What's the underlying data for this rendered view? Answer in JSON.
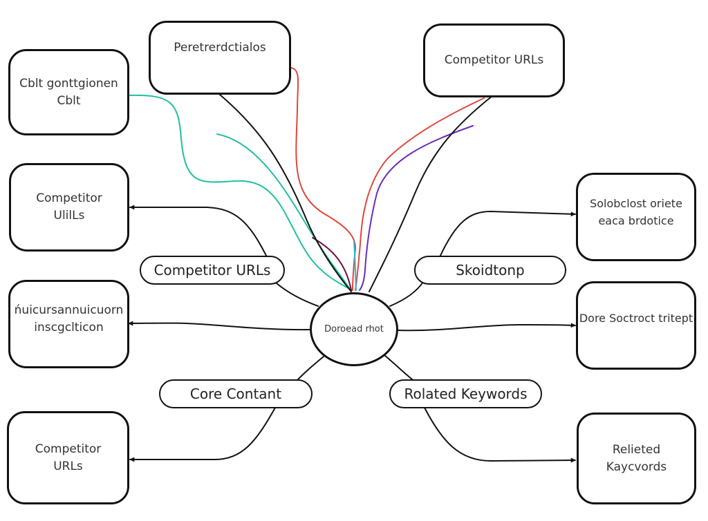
{
  "diagram": {
    "type": "mind-map",
    "center": {
      "label": "Doroead rhot"
    },
    "colors": {
      "stroke": "#111111",
      "teal": "#1fbfa0",
      "red": "#e0463a",
      "purple": "#6a2bb8",
      "maroon": "#6b1040",
      "cyan": "#2ab7d6",
      "background": "#ffffff"
    },
    "top_boxes": [
      {
        "id": "top-left",
        "lines": [
          "Cblt gonttgionen",
          "Cblt"
        ]
      },
      {
        "id": "top-center",
        "lines": [
          "Peretrerdctialos"
        ]
      },
      {
        "id": "top-right",
        "lines": [
          "Competitor URLs"
        ]
      }
    ],
    "left_boxes": [
      {
        "id": "left-1",
        "lines": [
          "Competitor",
          "UlilLs"
        ]
      },
      {
        "id": "left-2",
        "lines": [
          "ńuicursannuicuorn",
          "inscgclticon"
        ]
      },
      {
        "id": "left-3",
        "lines": [
          "Competitor",
          "URLs"
        ]
      }
    ],
    "right_boxes": [
      {
        "id": "right-1",
        "lines": [
          "Solobclost oriete",
          "eaca brdotice"
        ]
      },
      {
        "id": "right-2",
        "lines": [
          "Dore Soctroct tritept"
        ]
      },
      {
        "id": "right-3",
        "lines": [
          "Relieted",
          "Kaycvords"
        ]
      }
    ],
    "pills": [
      {
        "id": "pill-competitor-urls",
        "label": "Competitor URLs"
      },
      {
        "id": "pill-skoidtonp",
        "label": "Skoidtonp"
      },
      {
        "id": "pill-core-content",
        "label": "Core Contant"
      },
      {
        "id": "pill-related-keywords",
        "label": "Rolated Keywords"
      }
    ]
  }
}
